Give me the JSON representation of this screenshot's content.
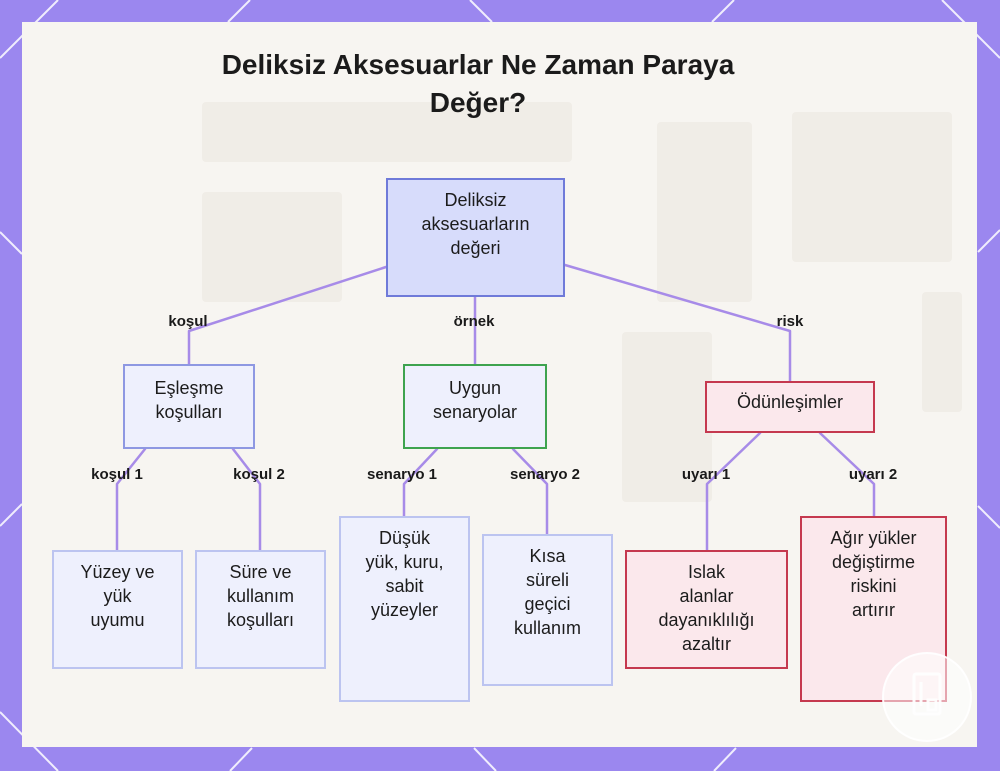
{
  "title": "Deliksiz Aksesuarlar Ne Zaman Paraya Değer?",
  "colors": {
    "frame": "#9b87ef",
    "edge": "#a78be8",
    "root_fill": "#d7dcfb",
    "leaf_fill": "#eef0fd",
    "green_border": "#3ea34f",
    "red_border": "#c5394f",
    "red_fill": "#fbe8ec"
  },
  "nodes": {
    "root": {
      "lines": [
        "Deliksiz",
        "aksesuarların",
        "değeri"
      ]
    },
    "conditions": {
      "lines": [
        "Eşleşme",
        "koşulları"
      ]
    },
    "scenarios": {
      "lines": [
        "Uygun",
        "senaryolar"
      ]
    },
    "tradeoffs": {
      "lines": [
        "Ödünleşimler"
      ]
    },
    "surface": {
      "lines": [
        "Yüzey ve",
        "yük",
        "uyumu"
      ]
    },
    "duration": {
      "lines": [
        "Süre ve",
        "kullanım",
        "koşulları"
      ]
    },
    "lowload": {
      "lines": [
        "Düşük",
        "yük, kuru,",
        "sabit",
        "yüzeyler"
      ]
    },
    "temporary": {
      "lines": [
        "Kısa",
        "süreli",
        "geçici",
        "kullanım"
      ]
    },
    "wet": {
      "lines": [
        "Islak",
        "alanlar",
        "dayanıklılığı",
        "azaltır"
      ]
    },
    "heavy": {
      "lines": [
        "Ağır yükler",
        "değiştirme",
        "riskini",
        "artırır"
      ]
    }
  },
  "edges": {
    "condition": "koşul",
    "example": "örnek",
    "risk": "risk",
    "condition1": "koşul 1",
    "condition2": "koşul 2",
    "scenario1": "senaryo 1",
    "scenario2": "senaryo 2",
    "warning1": "uyarı 1",
    "warning2": "uyarı 2"
  }
}
